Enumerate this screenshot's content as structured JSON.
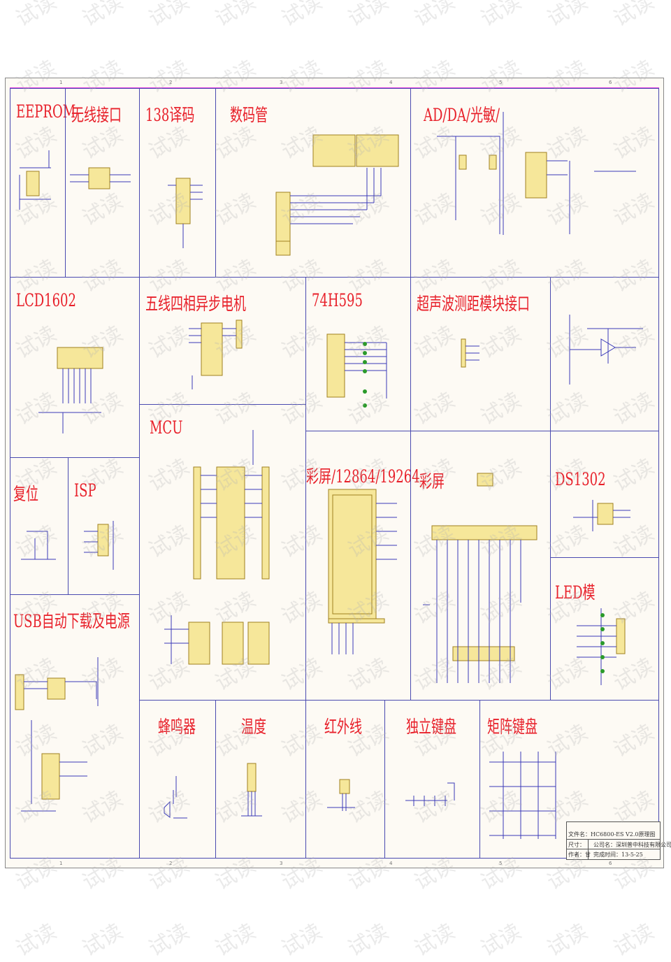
{
  "sections": [
    {
      "id": "eeprom",
      "title": "EEPROM"
    },
    {
      "id": "wireless",
      "title": "无线接口"
    },
    {
      "id": "decoder138",
      "title": "138译码"
    },
    {
      "id": "seg",
      "title": "数码管"
    },
    {
      "id": "adda",
      "title": "AD/DA/光敏/"
    },
    {
      "id": "lcd1602",
      "title": "LCD1602"
    },
    {
      "id": "stepper",
      "title": "五线四相异步电机"
    },
    {
      "id": "hc595",
      "title": "74H595"
    },
    {
      "id": "ultrasonic",
      "title": "超声波测距模块接口"
    },
    {
      "id": "mcu",
      "title": "MCU"
    },
    {
      "id": "reset",
      "title": "复位"
    },
    {
      "id": "isp",
      "title": "ISP"
    },
    {
      "id": "usb",
      "title": "USB自动下载及电源"
    },
    {
      "id": "lcd12864",
      "title": "彩屏/12864/19264"
    },
    {
      "id": "tft",
      "title": "彩屏"
    },
    {
      "id": "ds1302",
      "title": "DS1302"
    },
    {
      "id": "ledmatrix",
      "title": "LED模"
    },
    {
      "id": "buzzer",
      "title": "蜂鸣器"
    },
    {
      "id": "temp",
      "title": "温度"
    },
    {
      "id": "ir",
      "title": "红外线"
    },
    {
      "id": "keys",
      "title": "独立键盘"
    },
    {
      "id": "matrix",
      "title": "矩阵键盘"
    }
  ],
  "columns": [
    "1",
    "2",
    "3",
    "4",
    "5",
    "6"
  ],
  "title_block": {
    "file_name": "文件名：HC6800-ES V2.0原理图",
    "size": "尺寸：",
    "company": "公司名：深圳普中科技有限公司",
    "author": "作者：甘",
    "date": "完成时间：13-5-25"
  },
  "watermark": "试读",
  "colors": {
    "title": "#e8202a",
    "wire": "#3a3ab8",
    "chip": "#f6e79a",
    "border": "#e040e0"
  }
}
